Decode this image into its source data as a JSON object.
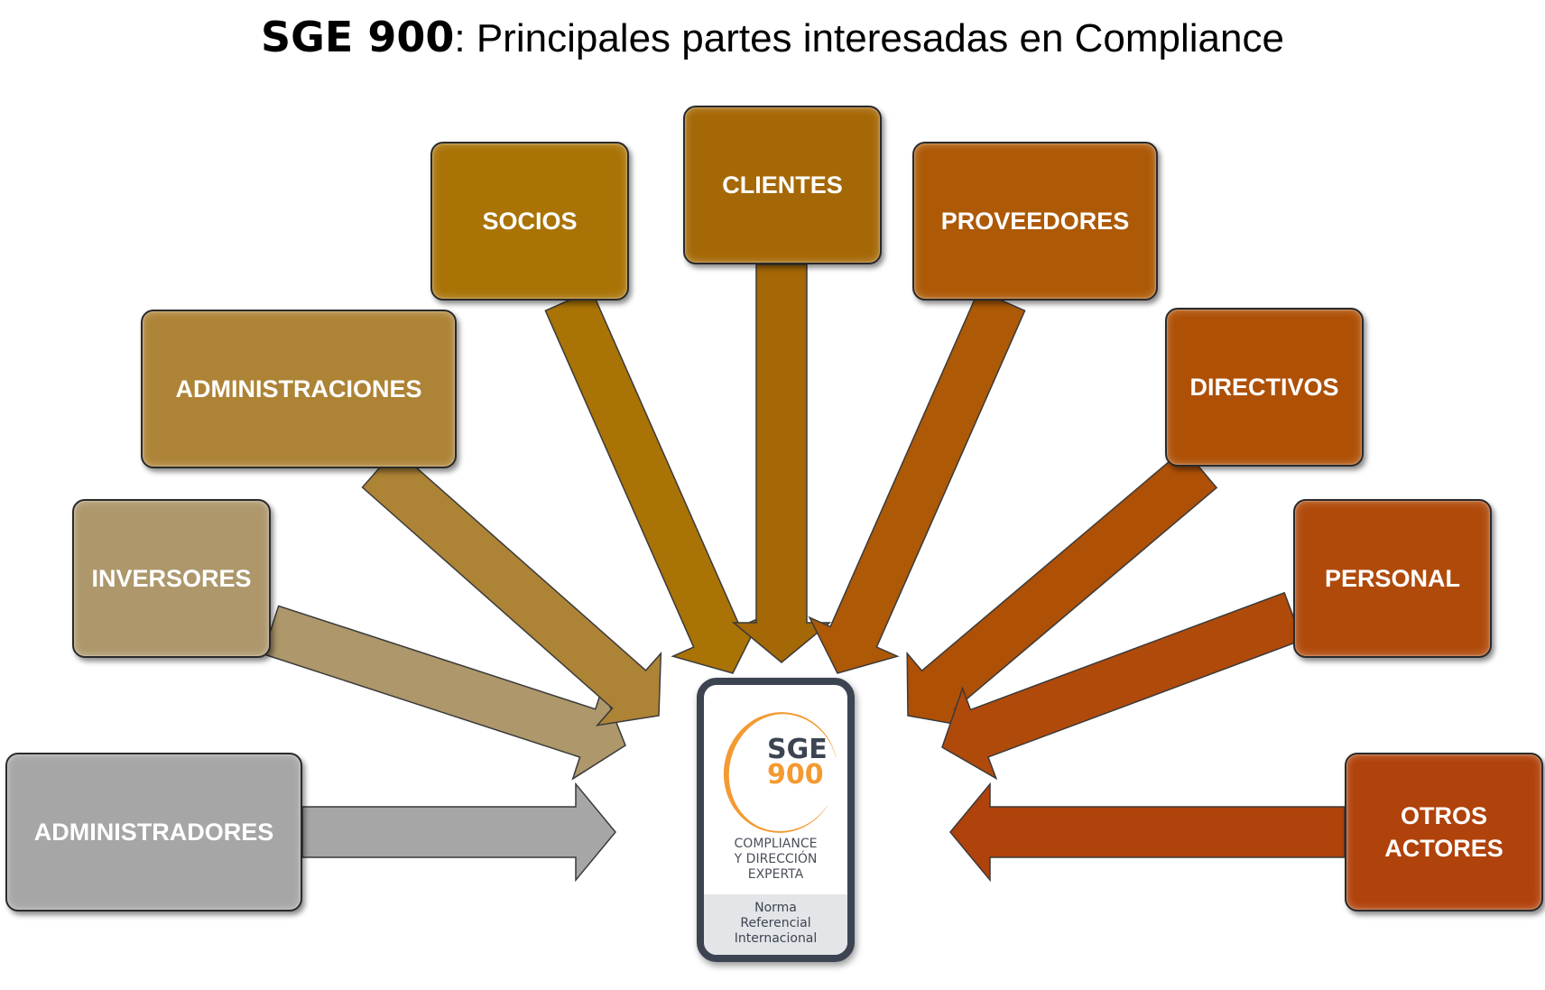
{
  "title": {
    "bold": "SGE 900",
    "rest": ": Principales partes interesadas en Compliance"
  },
  "center": {
    "mark_line1": "SGE",
    "mark_line2": "900",
    "tagline": "COMPLIANCE\nY DIRECCIÓN\nEXPERTA",
    "footer": "Norma\nReferencial\nInternacional",
    "colors": {
      "dark": "#3d4451",
      "accent": "#f39a32"
    }
  },
  "nodes": [
    {
      "id": "administradores",
      "label": "ADMINISTRADORES",
      "color": "#a6a6a6"
    },
    {
      "id": "inversores",
      "label": "INVERSORES",
      "color": "#ad976b"
    },
    {
      "id": "administraciones",
      "label": "ADMINISTRACIONES",
      "color": "#ad8336"
    },
    {
      "id": "socios",
      "label": "SOCIOS",
      "color": "#a97306"
    },
    {
      "id": "clientes",
      "label": "CLIENTES",
      "color": "#a56806"
    },
    {
      "id": "proveedores",
      "label": "PROVEEDORES",
      "color": "#ad5906"
    },
    {
      "id": "directivos",
      "label": "DIRECTIVOS",
      "color": "#ae5006"
    },
    {
      "id": "personal",
      "label": "PERSONAL",
      "color": "#b04a0b"
    },
    {
      "id": "otros-actores",
      "label": "OTROS\nACTORES",
      "color": "#b0420b"
    }
  ]
}
